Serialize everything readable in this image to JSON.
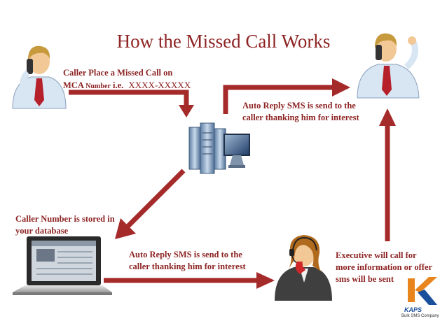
{
  "title": "How the Missed Call Works",
  "steps": {
    "missed_call": {
      "line1": "Caller Place a Missed Call on",
      "line2_prefix": "MCA",
      "line2_small": "Number",
      "line2_mid": "i.e.",
      "line2_value": "XXXX-XXXXX"
    },
    "auto_reply_top": {
      "line1": "Auto Reply SMS is send to the",
      "line2": "caller thanking him for interest"
    },
    "stored": {
      "line1": "Caller Number is stored in",
      "line2": "your database"
    },
    "auto_reply_bottom": {
      "line1": "Auto Reply SMS is send to the",
      "line2": "caller thanking him for interest"
    },
    "executive": {
      "line1": "Executive will call for",
      "line2": "more information or offer",
      "line3": "sms will be sent"
    }
  },
  "logo": {
    "name": "KAPS",
    "tagline": "Bulk SMS Company"
  },
  "icons": [
    "caller-on-phone-icon",
    "recipient-on-phone-icon",
    "server-icon",
    "laptop-icon",
    "call-center-agent-icon",
    "kaps-logo-icon"
  ],
  "colors": {
    "arrow": "#a52a2a",
    "text": "#8e2424",
    "logo_orange": "#e8851c",
    "logo_blue": "#1a4f9c"
  }
}
